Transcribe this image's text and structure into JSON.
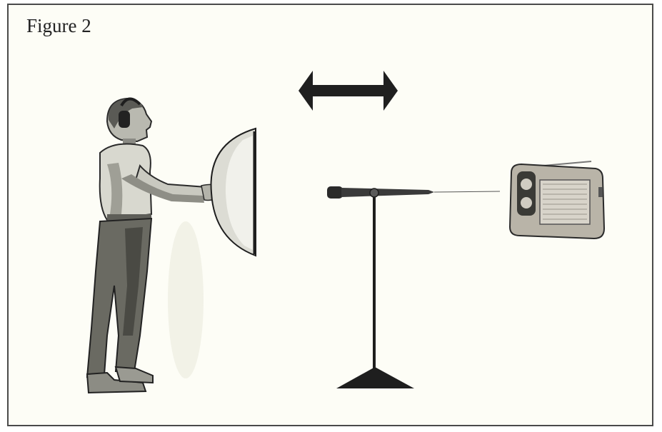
{
  "figure": {
    "title": "Figure 2"
  },
  "elements": {
    "person": "person-with-headphones-holding-reflector",
    "reflector": "parabolic-reflector-dish",
    "arrow": "double-headed-arrow",
    "microphone": "microphone-on-stand",
    "radio": "portable-radio"
  },
  "colors": {
    "frame": "#4a4a4a",
    "background": "#fdfdf6",
    "ink": "#1e1e1e"
  }
}
